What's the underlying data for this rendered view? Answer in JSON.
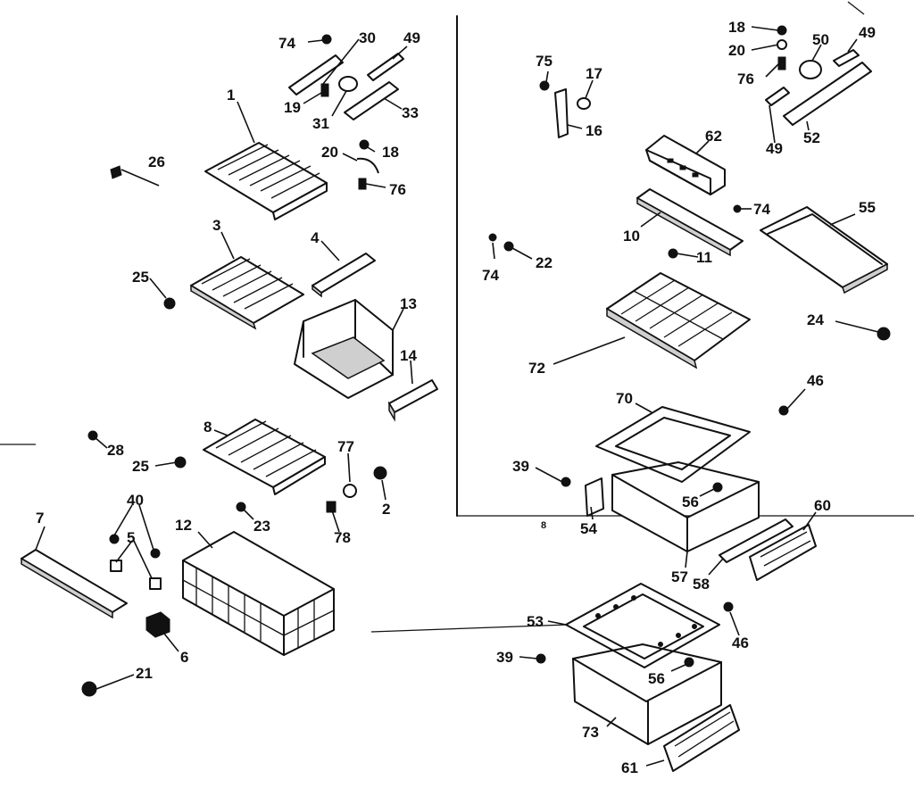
{
  "diagram": {
    "parts_left": [
      "1",
      "3",
      "4",
      "7",
      "8",
      "12",
      "13",
      "14",
      "19",
      "20",
      "21",
      "23",
      "25",
      "25",
      "26",
      "28",
      "30",
      "31",
      "33",
      "49",
      "74",
      "18",
      "76",
      "77",
      "2",
      "78",
      "40",
      "5",
      "6"
    ],
    "parts_right": [
      "75",
      "17",
      "16",
      "18",
      "20",
      "50",
      "49",
      "76",
      "49",
      "52",
      "62",
      "74",
      "10",
      "11",
      "74",
      "22",
      "55",
      "24",
      "72",
      "70",
      "46",
      "39",
      "56",
      "54",
      "60",
      "57",
      "58",
      "53",
      "46",
      "39",
      "56",
      "73",
      "61"
    ],
    "labels": {
      "l1": "1",
      "l3": "3",
      "l4": "4",
      "l7": "7",
      "l8": "8",
      "l12": "12",
      "l13": "13",
      "l14": "14",
      "l19": "19",
      "l20a": "20",
      "l21": "21",
      "l23": "23",
      "l25a": "25",
      "l25b": "25",
      "l26": "26",
      "l28": "28",
      "l30": "30",
      "l31": "31",
      "l33": "33",
      "l49a": "49",
      "l74a": "74",
      "l18a": "18",
      "l76a": "76",
      "l77": "77",
      "l2": "2",
      "l78": "78",
      "l40": "40",
      "l5": "5",
      "l6": "6",
      "l75": "75",
      "l17": "17",
      "l16": "16",
      "l18b": "18",
      "l20b": "20",
      "l50": "50",
      "l49b": "49",
      "l76b": "76",
      "l49c": "49",
      "l52": "52",
      "l62": "62",
      "l74b": "74",
      "l10": "10",
      "l11": "11",
      "l74c": "74",
      "l22": "22",
      "l55": "55",
      "l24": "24",
      "l72": "72",
      "l70": "70",
      "l46a": "46",
      "l39a": "39",
      "l56a": "56",
      "l54": "54",
      "l60": "60",
      "l57": "57",
      "l58": "58",
      "l53": "53",
      "l46b": "46",
      "l39b": "39",
      "l56b": "56",
      "l73": "73",
      "l61": "61",
      "l8dot": "8"
    }
  }
}
